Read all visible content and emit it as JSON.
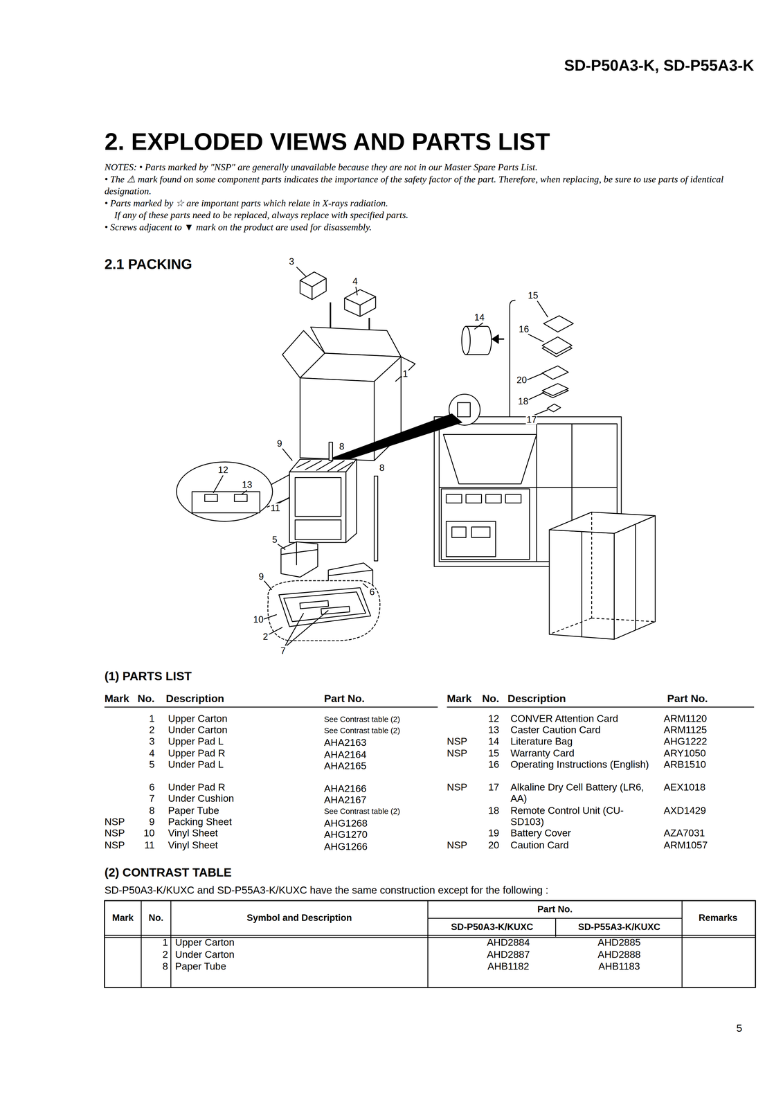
{
  "diagram": {
    "title": "2. EXPLODED VIEWS AND PARTS LIST",
    "labels": [
      "SD-P50A3-K, SD-P55A3-K",
      "NOTES: • Parts marked by \"NSP\" are generally unavailable because they are not in our Master Spare Parts List.",
      "• The ⚠ mark found on some component parts indicates the importance of the safety factor of the part. Therefore, when replacing, be sure to use parts of identical designation.",
      "• Parts marked by ☆ are important parts which relate in X-rays radiation.",
      "If any of these parts need to be replaced, always replace with specified parts.",
      "• Screws adjacent to ▼ mark on the product are used for disassembly.",
      "2.1 PACKING",
      "3",
      "4",
      "15",
      "14",
      "16",
      "1",
      "20",
      "18",
      "17",
      "9",
      "8",
      "12",
      "13",
      "8",
      "11",
      "5",
      "9",
      "6",
      "10",
      "2",
      "7",
      "(1) PARTS LIST",
      "Mark",
      "No.",
      "Description",
      "Part No.",
      "Mark",
      "No.",
      "Description",
      "Part No.",
      "1",
      "Upper Carton",
      "See Contrast table (2)",
      "2",
      "Under Carton",
      "See Contrast table (2)",
      "3",
      "Upper Pad L",
      "AHA2163",
      "4",
      "Upper Pad R",
      "AHA2164",
      "5",
      "Under Pad L",
      "AHA2165",
      "6",
      "Under Pad R",
      "AHA2166",
      "7",
      "Under Cushion",
      "AHA2167",
      "8",
      "Paper Tube",
      "See Contrast table (2)",
      "NSP",
      "9",
      "Packing Sheet",
      "AHG1268",
      "NSP",
      "10",
      "Vinyl Sheet",
      "AHG1270",
      "NSP",
      "11",
      "Vinyl Sheet",
      "AHG1266",
      "12",
      "CONVER Attention Card",
      "ARM1120",
      "13",
      "Caster Caution Card",
      "ARM1125",
      "NSP",
      "14",
      "Literature Bag",
      "AHG1222",
      "NSP",
      "15",
      "Warranty Card",
      "ARY1050",
      "16",
      "Operating Instructions (English)",
      "ARB1510",
      "NSP",
      "17",
      "Alkaline Dry Cell Battery (LR6, AA)",
      "AEX1018",
      "18",
      "Remote Control Unit (CU-SD103)",
      "AXD1429",
      "19",
      "Battery Cover",
      "AZA7031",
      "NSP",
      "20",
      "Caution Card",
      "ARM1057",
      "(2) CONTRAST TABLE",
      "SD-P50A3-K/KUXC and SD-P55A3-K/KUXC have the same construction except for the following :",
      "Mark",
      "No.",
      "Symbol and Description",
      "Part No.",
      "SD-P50A3-K/KUXC",
      "SD-P55A3-K/KUXC",
      "Remarks",
      "1",
      "Upper Carton",
      "AHD2884",
      "AHD2885",
      "2",
      "Under Carton",
      "AHD2887",
      "AHD2888",
      "8",
      "Paper Tube",
      "AHB1182",
      "AHB1183",
      "5"
    ]
  }
}
